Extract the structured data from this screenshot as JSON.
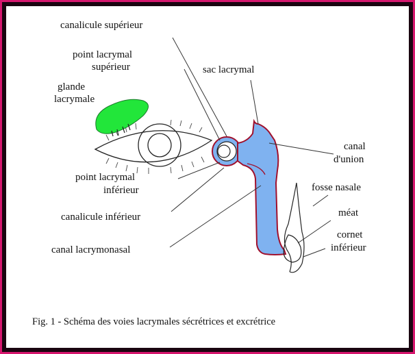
{
  "colors": {
    "frame_accent": "#d6166e",
    "gland_fill": "#22e63a",
    "sac_fill": "#7fb2f0",
    "sac_outline": "#a0102c",
    "ink": "#222222"
  },
  "labels": {
    "canalicule_superieur": "canalicule supérieur",
    "point_lacrymal_superieur_line1": "point lacrymal",
    "point_lacrymal_superieur_line2": "supérieur",
    "glande_line1": "glande",
    "glande_line2": "lacrymale",
    "sac_lacrymal": "sac lacrymal",
    "canal_union_line1": "canal",
    "canal_union_line2": "d'union",
    "point_lacrymal_inferieur_line1": "point lacrymal",
    "point_lacrymal_inferieur_line2": "inférieur",
    "fosse_nasale": "fosse nasale",
    "canalicule_inferieur": "canalicule inférieur",
    "meat": "méat",
    "cornet_line1": "cornet",
    "cornet_line2": "inférieur",
    "canal_lacrymonasal": "canal lacrymonasal"
  },
  "caption": "Fig. 1 - Schéma des voies lacrymales sécrétrices et excrétrice"
}
